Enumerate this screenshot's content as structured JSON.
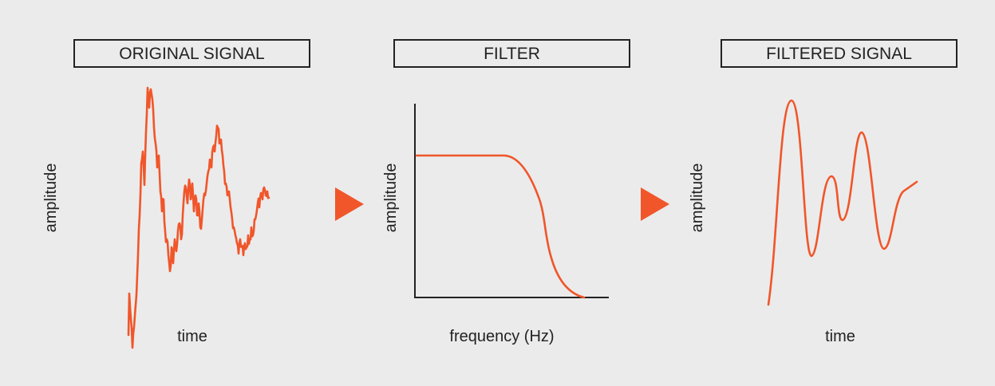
{
  "colors": {
    "accent": "#f0562a",
    "ink": "#222222",
    "background": "#ebebeb"
  },
  "panels": [
    {
      "title": "ORIGINAL SIGNAL",
      "xlabel": "time",
      "ylabel": "amplitude"
    },
    {
      "title": "FILTER",
      "xlabel": "frequency (Hz)",
      "ylabel": "amplitude"
    },
    {
      "title": "FILTERED SIGNAL",
      "xlabel": "time",
      "ylabel": "amplitude"
    }
  ],
  "icons": {
    "arrow1": "triangle-right-icon",
    "arrow2": "triangle-right-icon"
  }
}
